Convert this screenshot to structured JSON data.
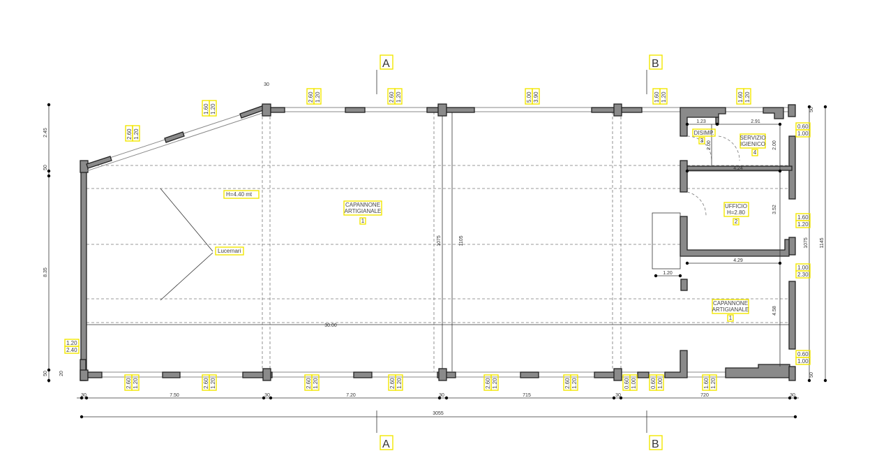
{
  "sections": {
    "a": "A",
    "b": "B"
  },
  "rooms": {
    "main": {
      "name_1": "CAPANNONE",
      "name_2": "ARTIGIANALE",
      "number": "1"
    },
    "main2": {
      "name_1": "CAPANNONE",
      "name_2": "ARTIGIANALE",
      "number": "1"
    },
    "office": {
      "name_1": "UFFICIO",
      "name_2": "H=2.80",
      "number": "2"
    },
    "hall": {
      "name_1": "DISIMP.",
      "number": "3"
    },
    "toilet": {
      "name_1": "SERVIZIO",
      "name_2": "IGIENICO",
      "number": "4"
    }
  },
  "notes": {
    "height": "H=4.40  mt",
    "skylights": "Lucernari"
  },
  "window_labels_top": [
    {
      "a": "2.60",
      "b": "1.20"
    },
    {
      "a": "2.60",
      "b": "1.20"
    },
    {
      "a": "5.00",
      "b": "3.90"
    },
    {
      "a": "1.60",
      "b": "1.20"
    },
    {
      "a": "1.60",
      "b": "1.20"
    }
  ],
  "window_labels_slant": [
    {
      "a": "2.60",
      "b": "1.20"
    },
    {
      "a": "1.60",
      "b": "1.20"
    }
  ],
  "window_labels_bottom": [
    {
      "a": "2.60",
      "b": "1.20"
    },
    {
      "a": "2.60",
      "b": "1.20"
    },
    {
      "a": "2.60",
      "b": "1.20"
    },
    {
      "a": "2.60",
      "b": "1.20"
    },
    {
      "a": "2.60",
      "b": "1.20"
    },
    {
      "a": "2.60",
      "b": "1.20"
    },
    {
      "a": "0.60",
      "b": "1.00"
    },
    {
      "a": "0.60",
      "b": "1.00"
    },
    {
      "a": "1.60",
      "b": "1.20"
    }
  ],
  "window_labels_side": [
    {
      "a": "0.60",
      "b": "1.00"
    },
    {
      "a": "1.60",
      "b": "1.20"
    },
    {
      "a": "1.00",
      "b": "2.30"
    },
    {
      "a": "0.60",
      "b": "1.00"
    },
    {
      "a": "1.20",
      "b": "2.40"
    }
  ],
  "dims_bottom": [
    "30",
    "7.50",
    "30",
    "7.20",
    "30",
    "715",
    "30",
    "720",
    "30"
  ],
  "dim_total": "3055",
  "dims_left": [
    "2.45",
    "50",
    "8.35",
    "50"
  ],
  "dims_right": {
    "inner": "1075",
    "outer": "1145",
    "top": "50",
    "bottom": "50"
  },
  "dims_interior": {
    "hall_w": "1.23",
    "toilet_w": "2.91",
    "hall_h": "2.00",
    "toilet_h": "2.00",
    "office_w_top": "4.24",
    "office_h": "3.52",
    "office_w_bottom": "4.29",
    "stair_w": "1.20",
    "right_h": "4.58",
    "span_a": "1075",
    "span_b": "1105",
    "length": "30.00",
    "top_30": "30",
    "left_20": "20"
  }
}
